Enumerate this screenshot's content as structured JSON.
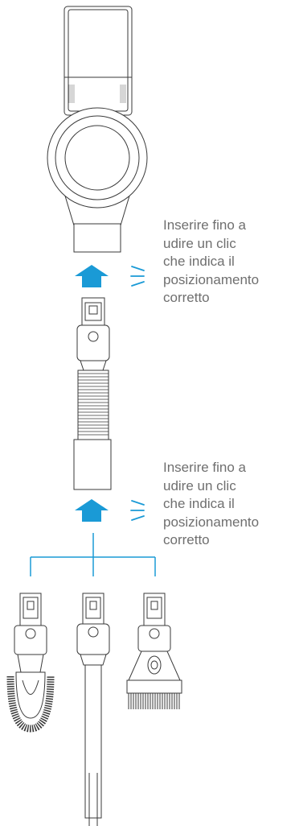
{
  "instructions": [
    {
      "lines": [
        "Inserire fino a",
        "udire un clic",
        "che indica il",
        "posizionamento",
        "corretto"
      ]
    },
    {
      "lines": [
        "Inserire fino a",
        "udire un clic",
        "che indica il",
        "posizionamento",
        "corretto"
      ]
    }
  ],
  "colors": {
    "accent": "#1a9ad6",
    "outline": "#3a3a3a",
    "text": "#6f6f6f"
  },
  "icons": [
    "up-arrow-icon",
    "click-sound-icon"
  ]
}
